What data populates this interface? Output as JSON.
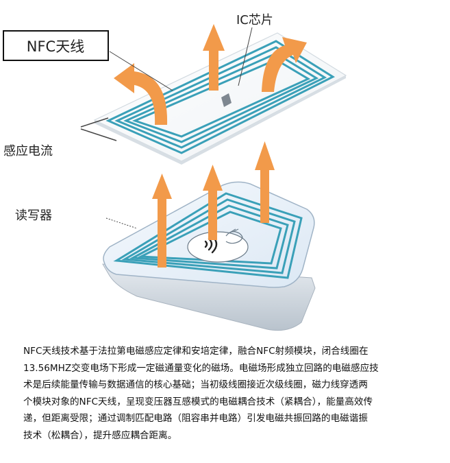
{
  "diagram": {
    "label_nfc_antenna": "NFC天线",
    "label_ic_chip": "IC芯片",
    "label_induced_current": "感应电流",
    "label_reader": "读写器",
    "colors": {
      "arrow": "#F29A4A",
      "coil": "#3AA0B8",
      "card": "#F4F7F9",
      "reader_body": "#DCE3EA",
      "reader_top": "#EAF2FA"
    },
    "icons": [
      "nfc-wave-icon",
      "hand-tap-icon"
    ]
  },
  "caption": {
    "line1": "NFC天线技术基于法拉第电磁感应定律和安培定律，融合NFC射频模块，闭合线圈在",
    "line2": "13.56MHZ交变电场下形成一定磁通量变化的磁场。电磁场形成独立回路的电磁感应技",
    "line3": "术是后续能量传输与数据通信的核心基础；当初级线圈接近次级线圈，磁力线穿透两",
    "line4": "个模块对象的NFC天线，呈现变压器互感模式的电磁耦合技术（紧耦合），能量高效传",
    "line5": "递，但距离受限；通过调制匹配电路（阻容串并电路）引发电磁共振回路的电磁谐振",
    "line6": "技术（松耦合），提升感应耦合距离。"
  }
}
